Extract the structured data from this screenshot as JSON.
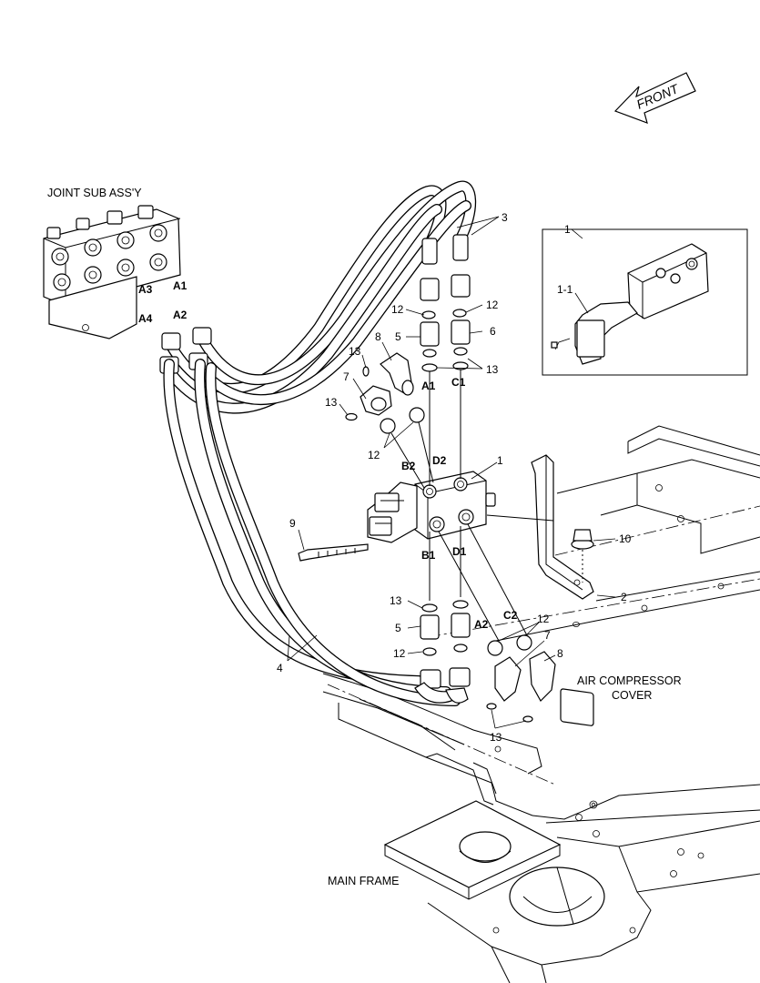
{
  "diagram": {
    "front_arrow": {
      "text": "FRONT"
    },
    "assembly_labels": {
      "joint": "JOINT SUB ASS'Y",
      "air_compressor_line1": "AIR COMPRESSOR",
      "air_compressor_line2": "COVER",
      "main_frame": "MAIN FRAME"
    },
    "port_codes": {
      "joint_a3": "A3",
      "joint_a1": "A1",
      "joint_a4": "A4",
      "joint_a2": "A2",
      "valve_a1": "A1",
      "valve_c1": "C1",
      "valve_b2": "B2",
      "valve_d2": "D2",
      "valve_b1": "B1",
      "valve_d1": "D1",
      "lower_a2": "A2",
      "lower_c2": "C2"
    },
    "callouts": {
      "hose_upper": "3",
      "inset_1": "1",
      "inset_1_1": "1-1",
      "oring_12_left_top": "12",
      "oring_12_right_top": "12",
      "adapter_5_top": "5",
      "adapter_6": "6",
      "elbow_8_top": "8",
      "oring_13_top_left": "13",
      "oring_13_top_right": "13",
      "elbow_7_top": "7",
      "oring_13_mid_left": "13",
      "oring_12_mid": "12",
      "valve_1": "1",
      "bolt_9": "9",
      "bolt_10": "10",
      "bracket_2": "2",
      "oring_13_low": "13",
      "adapter_5_low": "5",
      "oring_12_low_left": "12",
      "oring_12_low_right": "12",
      "elbow_7_low": "7",
      "elbow_8_low": "8",
      "hose_lower": "4",
      "oring_13_bottom": "13"
    }
  }
}
